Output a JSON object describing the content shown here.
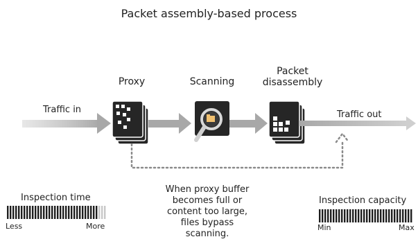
{
  "title": "Packet assembly-based process",
  "stages": {
    "proxy": "Proxy",
    "scanning": "Scanning",
    "disassembly_line1": "Packet",
    "disassembly_line2": "disassembly"
  },
  "flow": {
    "traffic_in": "Traffic in",
    "traffic_out": "Traffic out"
  },
  "note": {
    "line1": "When proxy buffer",
    "line2": "becomes full or",
    "line3": "content too large,",
    "line4": "files bypass",
    "line5": "scanning."
  },
  "inspection_time": {
    "label": "Inspection time",
    "min_label": "Less",
    "max_label": "More",
    "level": 0.92
  },
  "inspection_capacity": {
    "label": "Inspection capacity",
    "min_label": "Min",
    "max_label": "Max",
    "level": 1.0
  },
  "colors": {
    "arrow": "#a8a8a8",
    "icon_dark": "#262626",
    "scan_accent": "#f0c070",
    "dotted": "#8a8a8a"
  }
}
